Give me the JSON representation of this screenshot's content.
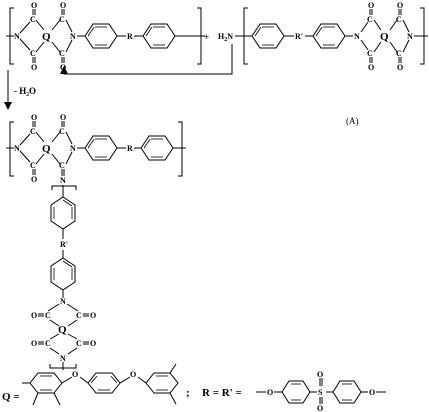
{
  "atoms": {
    "N": "N",
    "C": "C",
    "O": "O",
    "Q": "Q",
    "S": "S",
    "R": "R",
    "R_prime": "R'",
    "H2N": "H",
    "H2N_sub": "2",
    "H2N_N": "N"
  },
  "reaction": {
    "plus": "+",
    "elimination": "- H₂O",
    "product_label": "(A)"
  },
  "legend": {
    "q_def": "Q =",
    "separator": ";",
    "r_def": "R = R' ="
  }
}
